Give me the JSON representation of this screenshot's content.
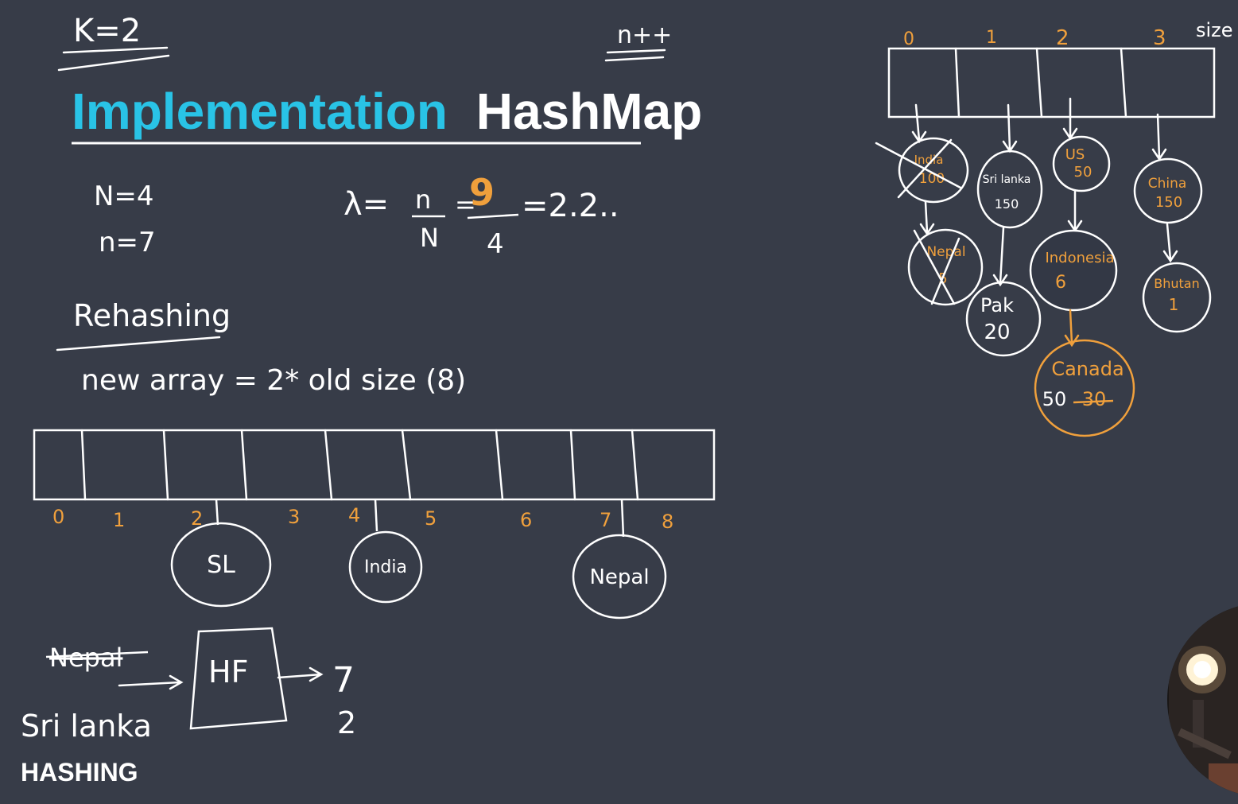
{
  "header": {
    "k_value": "K=2",
    "counter": "n++"
  },
  "title": {
    "part1": "Implementation",
    "part2": "HashMap"
  },
  "params": {
    "N": "N=4",
    "n": "n=7"
  },
  "load_factor": {
    "lambda": "λ=",
    "numerator": "n",
    "denominator": "N",
    "frac_num": "9",
    "frac_den": "4",
    "result": "=2.2.."
  },
  "rehashing": {
    "heading": "Rehashing",
    "formula": "new array = 2* old size (8)"
  },
  "new_array": {
    "indices": [
      "0",
      "1",
      "2",
      "3",
      "4",
      "5",
      "6",
      "7",
      "8"
    ],
    "nodes": [
      {
        "label": "SL",
        "index": 2
      },
      {
        "label": "India",
        "index": 4
      },
      {
        "label": "Nepal",
        "index": 7
      }
    ]
  },
  "hash_fn": {
    "input1": "Nepal",
    "input2": "Sri lanka",
    "box_label": "HF",
    "out1": "7",
    "out2": "2"
  },
  "old_array": {
    "indices": [
      "0",
      "1",
      "2",
      "3"
    ],
    "size_label": "size",
    "buckets": [
      [
        {
          "name": "India",
          "value": "100",
          "crossed": true,
          "orange": true
        },
        {
          "name": "Nepal",
          "value": "5",
          "crossed": true,
          "orange": true
        }
      ],
      [
        {
          "name": "Sri lanka",
          "value": "150",
          "crossed": false,
          "orange": false
        },
        {
          "name": "Pak",
          "value": "20",
          "crossed": false,
          "orange": false
        }
      ],
      [
        {
          "name": "US",
          "value": "50",
          "crossed": false,
          "orange": true
        },
        {
          "name": "Indonesia",
          "value": "6",
          "crossed": false,
          "orange": true
        },
        {
          "name": "Canada",
          "value": "50",
          "old_value": "30",
          "crossed": false,
          "orange": true
        }
      ],
      [
        {
          "name": "China",
          "value": "150",
          "crossed": false,
          "orange": true
        },
        {
          "name": "Bhutan",
          "value": "1",
          "crossed": false,
          "orange": true
        }
      ]
    ]
  },
  "footer": {
    "label": "HASHING"
  },
  "colors": {
    "background": "#373c48",
    "accent_cyan": "#29c3e6",
    "ink_orange": "#f0a03c",
    "ink_white": "#ffffff"
  }
}
